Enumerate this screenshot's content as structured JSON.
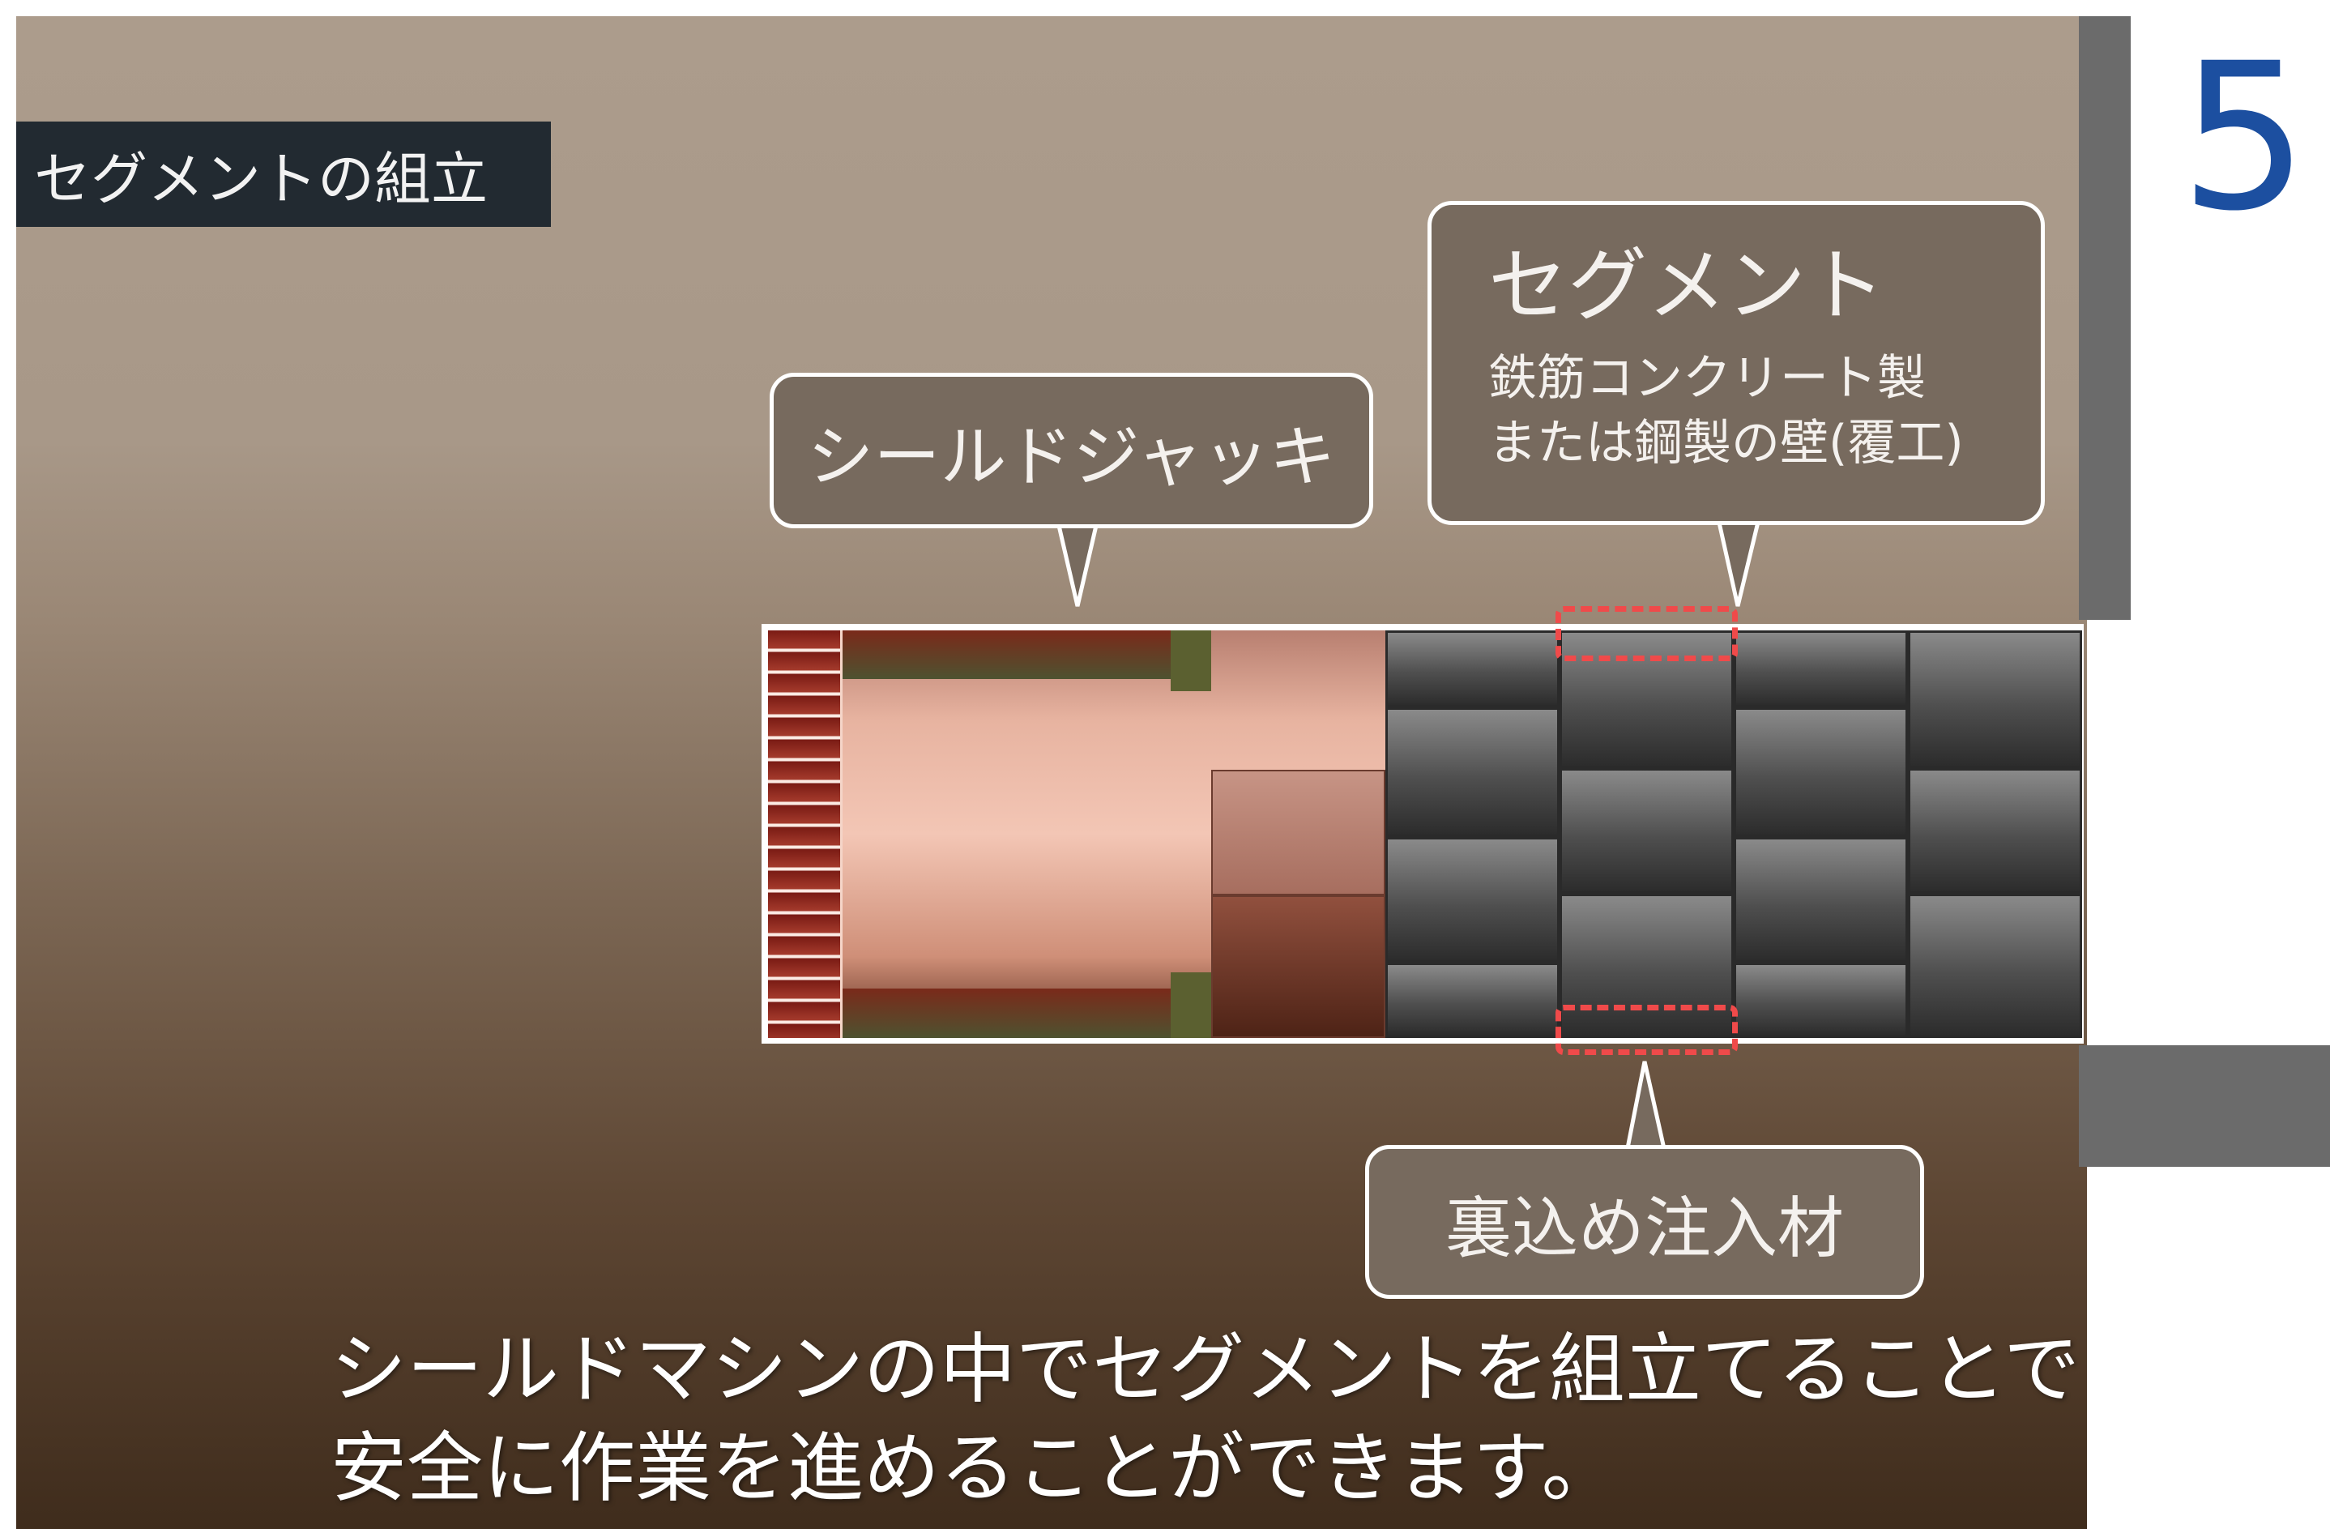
{
  "slide": {
    "step_number": "5",
    "title": "セグメントの組立"
  },
  "callouts": {
    "shield_jack": "シールドジャッキ",
    "segment": {
      "title": "セグメント",
      "line1": "鉄筋コンクリート製",
      "line2": "または鋼製の壁(覆工)"
    },
    "backfill": "裏込め注入材"
  },
  "caption": {
    "line1": "シールドマシンの中でセグメントを組立てることで",
    "line2": "安全に作業を進めることができます。"
  },
  "colors": {
    "step_number": "#1c4fa0",
    "title_bg": "#222a31",
    "callout_bg": "#776a5e",
    "dashed_highlight": "#f04a4a"
  }
}
